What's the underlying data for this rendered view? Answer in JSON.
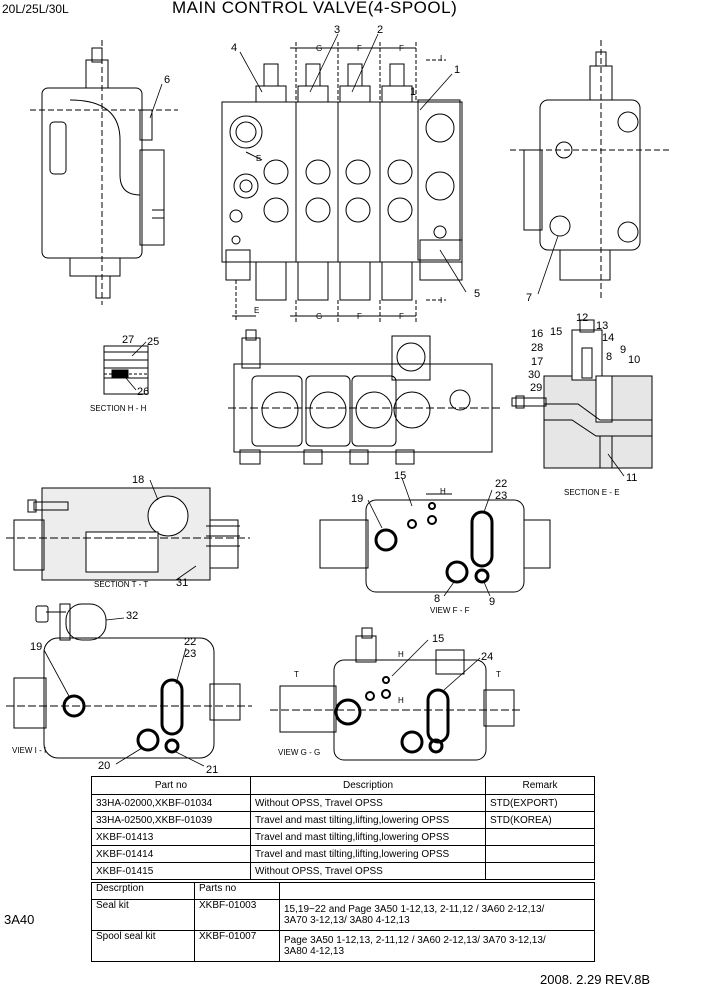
{
  "header": {
    "model": "20L/25L/30L",
    "title": "MAIN CONTROL VALVE(4-SPOOL)"
  },
  "page_code": "3A40",
  "revision": "2008. 2.29  REV.8B",
  "callouts": {
    "top_view": [
      "4",
      "3",
      "2",
      "6",
      "1",
      "1",
      "5",
      "7"
    ],
    "section_hh": [
      "27",
      "25",
      "26"
    ],
    "section_ee": [
      "12",
      "13",
      "16",
      "15",
      "14",
      "28",
      "8",
      "9",
      "17",
      "10",
      "30",
      "29",
      "11"
    ],
    "section_tt": [
      "18",
      "31"
    ],
    "view_ff": [
      "15",
      "19",
      "22",
      "23",
      "8",
      "9"
    ],
    "view_ii": [
      "32",
      "19",
      "22",
      "23",
      "20",
      "21"
    ],
    "view_gg": [
      "15",
      "24"
    ]
  },
  "dims": {
    "g": "G",
    "f": "F",
    "e": "E",
    "i": "I",
    "h": "H",
    "t": "T"
  },
  "captions": {
    "section_hh": "SECTION H - H",
    "section_ee": "SECTION E - E",
    "section_tt": "SECTION T - T",
    "view_ff": "VIEW F - F",
    "view_ii": "VIEW I - I",
    "view_gg": "VIEW G - G"
  },
  "parts_table": {
    "headers": [
      "Part no",
      "Description",
      "Remark"
    ],
    "rows": [
      [
        "33HA-02000,XKBF-01034",
        "Without OPSS, Travel OPSS",
        "STD(EXPORT)"
      ],
      [
        "33HA-02500,XKBF-01039",
        "Travel and mast tilting,lifting,lowering OPSS",
        "STD(KOREA)"
      ],
      [
        "XKBF-01413",
        "Travel and mast tilting,lifting,lowering OPSS",
        ""
      ],
      [
        "XKBF-01414",
        "Travel and mast tilting,lifting,lowering OPSS",
        ""
      ],
      [
        "XKBF-01415",
        "Without OPSS, Travel OPSS",
        ""
      ]
    ]
  },
  "kit_table": {
    "headers": [
      "Descrption",
      "Parts no",
      ""
    ],
    "rows": [
      {
        "name": "Seal kit",
        "part": "XKBF-01003",
        "line1": "15,19~22 and Page 3A50 1-12,13, 2-11,12 / 3A60 2-12,13/",
        "line2": "3A70 3-12,13/ 3A80 4-12,13"
      },
      {
        "name": "Spool seal kit",
        "part": "XKBF-01007",
        "line1": "Page 3A50 1-12,13, 2-11,12 / 3A60 2-12,13/ 3A70 3-12,13/",
        "line2": "3A80 4-12,13"
      }
    ]
  }
}
